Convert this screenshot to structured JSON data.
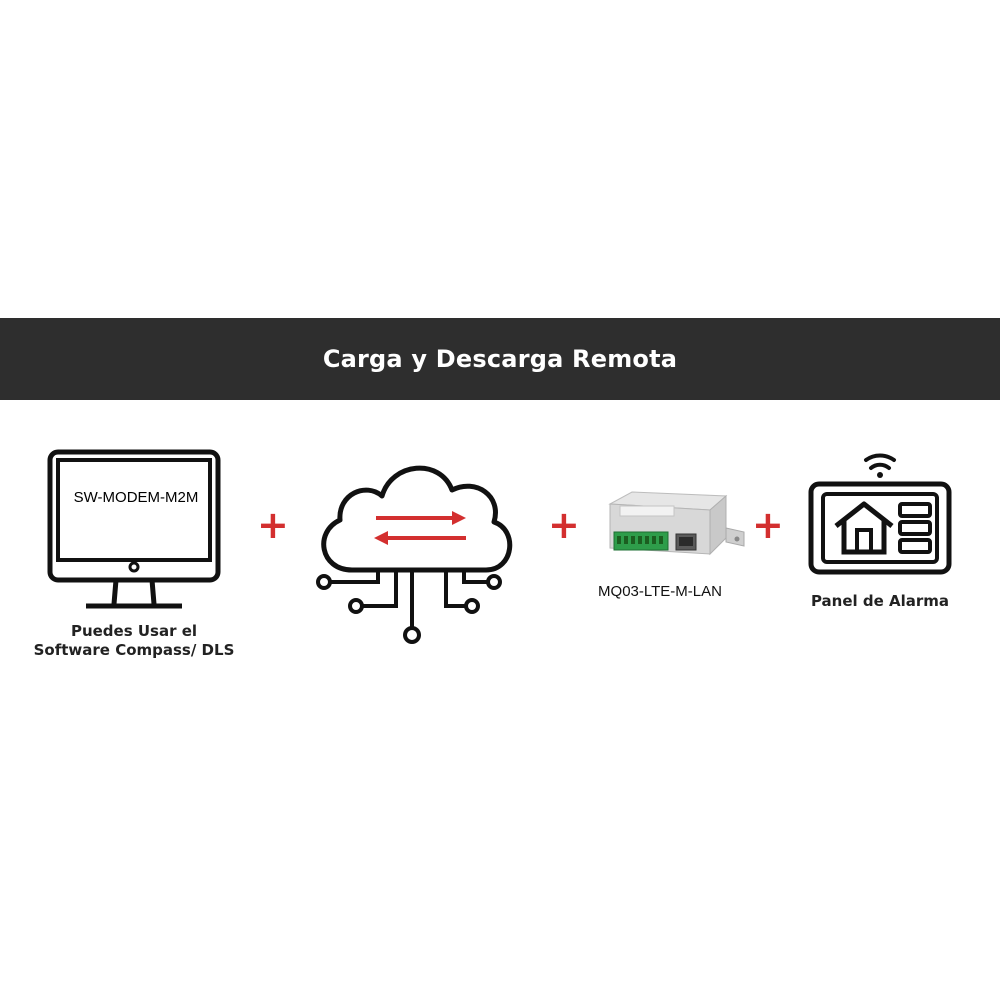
{
  "header": {
    "title": "Carga y Descarga Remota"
  },
  "steps": [
    {
      "screen_text": "SW-MODEM-M2M",
      "caption_line1": "Puedes Usar el",
      "caption_line2": "Software Compass/ DLS",
      "icon": "monitor-icon"
    },
    {
      "icon": "cloud-network-icon"
    },
    {
      "label": "MQ03-LTE-M-LAN",
      "icon": "modem-device-image"
    },
    {
      "caption": "Panel de Alarma",
      "icon": "alarm-panel-icon"
    }
  ],
  "connectors": [
    "+",
    "+",
    "+"
  ],
  "colors": {
    "banner": "#2e2e2e",
    "accent": "#d32f2f",
    "icon_stroke": "#111111"
  }
}
